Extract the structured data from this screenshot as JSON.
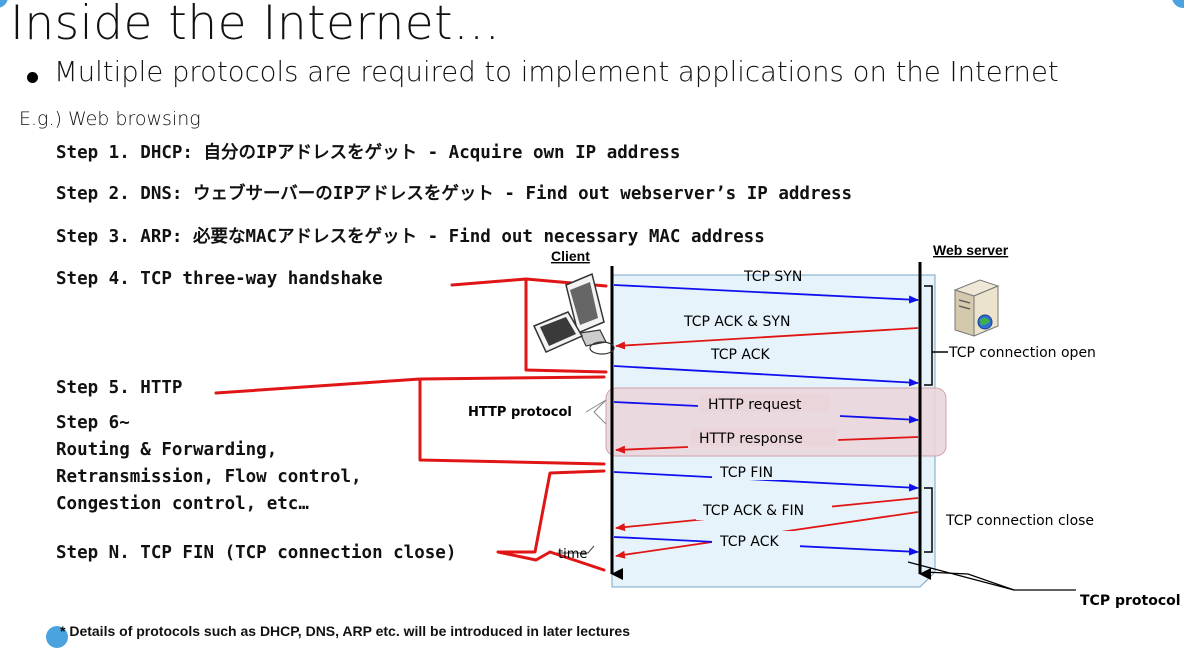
{
  "title": "Inside the Internet…",
  "bullet": "Multiple protocols are required to implement applications on the Internet",
  "example": "E.g.) Web browsing",
  "steps": {
    "s1": "Step 1. DHCP: 自分のIPアドレスをゲット - Acquire own IP address",
    "s2": "Step 2. DNS: ウェブサーバーのIPアドレスをゲット - Find out webserver’s IP address",
    "s3": "Step 3. ARP: 必要なMACアドレスをゲット - Find out necessary MAC address",
    "s4": "Step 4. TCP three-way handshake",
    "s5": "Step 5. HTTP",
    "s6a": "Step 6~",
    "s6b": "Routing & Forwarding,",
    "s6c": "Retransmission, Flow control,",
    "s6d": "Congestion control, etc…",
    "sn": "Step N. TCP FIN (TCP connection close)"
  },
  "diagram": {
    "client": "Client",
    "server": "Web server",
    "time": "time",
    "msgs": {
      "syn": "TCP SYN",
      "ack_syn": "TCP ACK & SYN",
      "ack": "TCP ACK",
      "http_req": "HTTP request",
      "http_resp": "HTTP response",
      "fin": "TCP FIN",
      "ack_fin": "TCP ACK & FIN",
      "ack2": "TCP ACK"
    },
    "http_protocol": "HTTP protocol",
    "conn_open": "TCP connection open",
    "conn_close": "TCP connection close",
    "tcp_protocol": "TCP protocol"
  },
  "footnote": "* Details of protocols such as DHCP, DNS, ARP etc. will be introduced in later lectures",
  "colors": {
    "blue": "#1010ee",
    "red": "#e01515",
    "tcp_fill": "#e6f3fa",
    "http_fill": "#ead6da"
  }
}
